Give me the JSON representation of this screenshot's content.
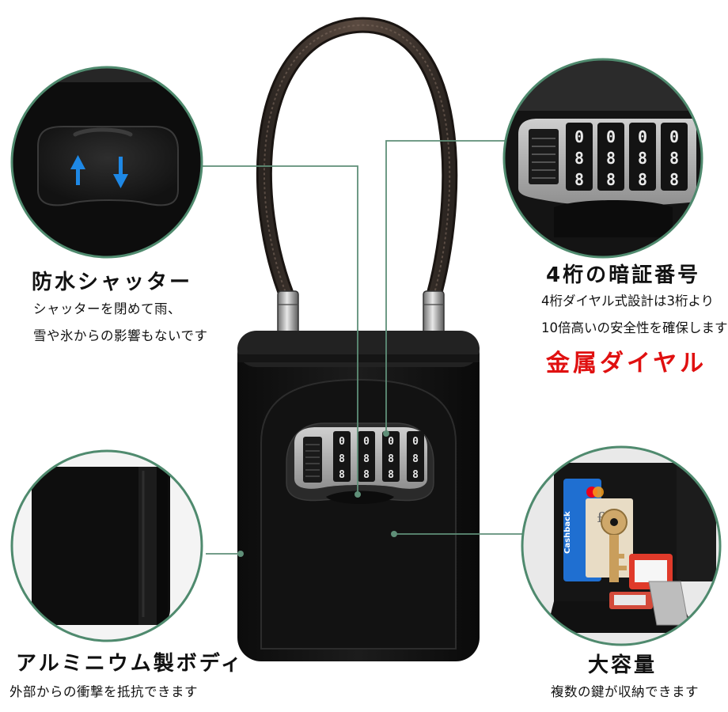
{
  "colors": {
    "leader_line": "#5f8f78",
    "accent_text": "#e01010",
    "body_black": "#161616",
    "arrow_blue": "#1e88e5"
  },
  "icons": [
    "up-arrow-icon",
    "down-arrow-icon"
  ],
  "callouts": {
    "waterproof": {
      "title": "防水シャッター",
      "lines": [
        "シャッターを閉めて雨、",
        "雪や氷からの影響もないです"
      ]
    },
    "code": {
      "title": "4桁の暗証番号",
      "lines": [
        "4桁ダイヤル式設計は3桁より",
        "10倍高いの安全性を確保します"
      ],
      "accent": "金属ダイヤル"
    },
    "aluminum": {
      "title": "アルミニウム製ボディ",
      "lines": [
        "外部からの衝撃を抵抗できます"
      ]
    },
    "capacity": {
      "title": "大容量",
      "lines": [
        "複数の鍵が収納できます"
      ]
    }
  },
  "dials": {
    "small": [
      "0",
      "8",
      "0",
      "8",
      "0",
      "8",
      "0",
      "8"
    ],
    "zoom": [
      "0",
      "8",
      "0",
      "8",
      "0",
      "8",
      "0",
      "8"
    ]
  },
  "card_text": "Cashback"
}
